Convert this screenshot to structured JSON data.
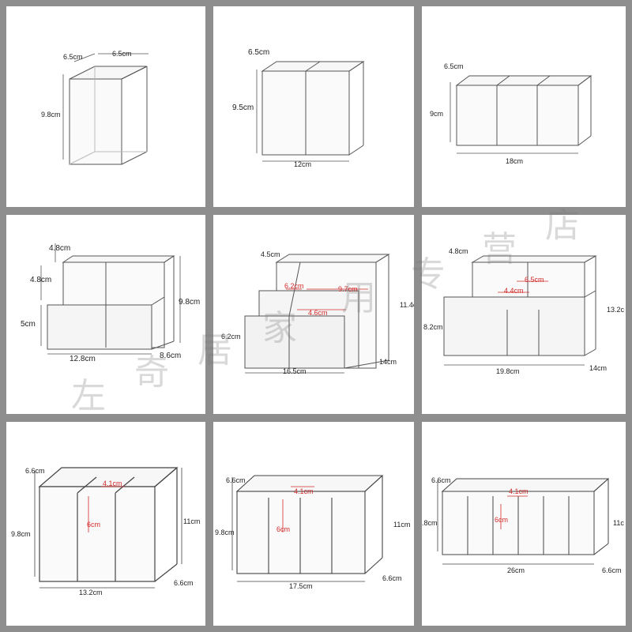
{
  "panels": [
    {
      "id": "p1",
      "labels": [
        "6.5cm",
        "6.5cm",
        "9.8cm"
      ],
      "red_labels": []
    },
    {
      "id": "p2",
      "labels": [
        "6.5cm",
        "9.5cm",
        "12cm"
      ],
      "red_labels": []
    },
    {
      "id": "p3",
      "labels": [
        "6.5cm",
        "9cm",
        "18cm"
      ],
      "red_labels": []
    },
    {
      "id": "p4",
      "labels": [
        "4.8cm",
        "4.8cm",
        "9.8cm",
        "5cm",
        "12.8cm",
        "8.6cm"
      ],
      "red_labels": []
    },
    {
      "id": "p5",
      "labels": [
        "4.5cm",
        "11.4c",
        "6.2cm",
        "16.5cm",
        "14cm"
      ],
      "red_labels": [
        "6.2cm",
        "9.7cm",
        "4.6cm"
      ]
    },
    {
      "id": "p6",
      "labels": [
        "4.8cm",
        "13.2c",
        "8.2cm",
        "19.8cm",
        "14cm"
      ],
      "red_labels": [
        "6.5cm",
        "4.4cm"
      ]
    },
    {
      "id": "p7",
      "labels": [
        "6.6cm",
        "9.8cm",
        "11cm",
        "13.2cm",
        "6.6cm"
      ],
      "red_labels": [
        "4.1cm",
        "6cm"
      ]
    },
    {
      "id": "p8",
      "labels": [
        "6.6cm",
        "9.8cm",
        "11cm",
        "17.5cm",
        "6.6cm"
      ],
      "red_labels": [
        "4.1cm",
        "6cm"
      ]
    },
    {
      "id": "p9",
      "labels": [
        "6.6cm",
        ".8cm",
        "11c",
        "26cm",
        "6.6cm"
      ],
      "red_labels": [
        "4.1cm",
        "6cm"
      ]
    }
  ],
  "watermark": [
    "左",
    "奇",
    "居",
    "家",
    "用",
    "专",
    "营",
    "店"
  ],
  "colors": {
    "background": "#8e8e8e",
    "panel": "#ffffff",
    "line": "#555555",
    "red": "#d22b2b"
  }
}
